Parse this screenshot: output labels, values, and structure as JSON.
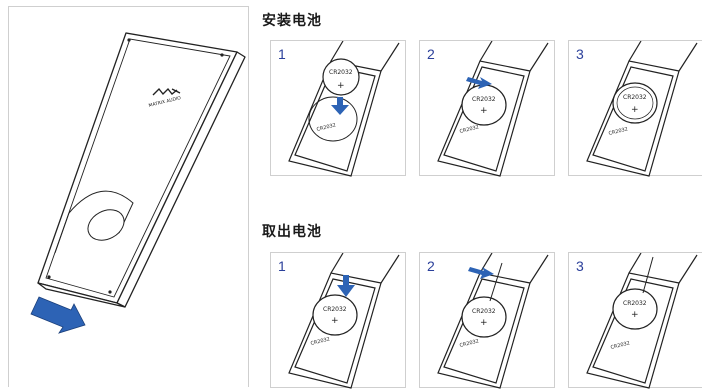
{
  "sections": {
    "install": {
      "title": "安装电池",
      "steps": [
        {
          "number": "1",
          "battery_label": "CR2032"
        },
        {
          "number": "2",
          "battery_label": "CR2032"
        },
        {
          "number": "3",
          "battery_label": "CR2032"
        }
      ]
    },
    "remove": {
      "title": "取出电池",
      "steps": [
        {
          "number": "1",
          "battery_label": "CR2032"
        },
        {
          "number": "2",
          "battery_label": "CR2032"
        },
        {
          "number": "3",
          "battery_label": "CR2032"
        }
      ]
    }
  },
  "remote": {
    "logo_mark": "MA",
    "logo_text": "MATRIX AUDIO"
  },
  "icons": {
    "arrow": "push-arrow-icon",
    "plus": "plus-icon"
  },
  "colors": {
    "step_number": "#2a3f9a",
    "arrow_fill": "#2d63b5",
    "border": "#cfcfcf"
  }
}
